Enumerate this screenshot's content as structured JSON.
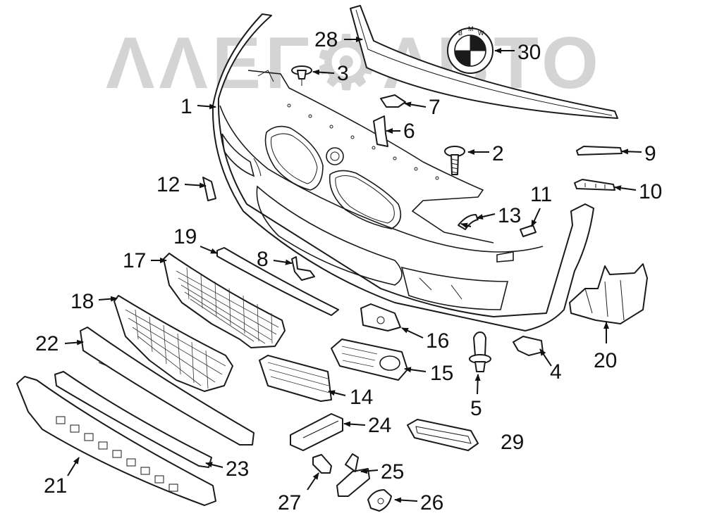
{
  "watermark": {
    "text": "ΛΛΕΓ⚙ΛΒΤΟ"
  },
  "logo": {
    "letters": [
      "B",
      "M",
      "W"
    ]
  },
  "callouts": [
    {
      "id": "c1",
      "label": "1"
    },
    {
      "id": "c2",
      "label": "2"
    },
    {
      "id": "c3",
      "label": "3"
    },
    {
      "id": "c4",
      "label": "4"
    },
    {
      "id": "c5",
      "label": "5"
    },
    {
      "id": "c6",
      "label": "6"
    },
    {
      "id": "c7",
      "label": "7"
    },
    {
      "id": "c8",
      "label": "8"
    },
    {
      "id": "c9",
      "label": "9"
    },
    {
      "id": "c10",
      "label": "10"
    },
    {
      "id": "c11",
      "label": "11"
    },
    {
      "id": "c12",
      "label": "12"
    },
    {
      "id": "c13",
      "label": "13"
    },
    {
      "id": "c14",
      "label": "14"
    },
    {
      "id": "c15",
      "label": "15"
    },
    {
      "id": "c16",
      "label": "16"
    },
    {
      "id": "c17",
      "label": "17"
    },
    {
      "id": "c18",
      "label": "18"
    },
    {
      "id": "c19",
      "label": "19"
    },
    {
      "id": "c20",
      "label": "20"
    },
    {
      "id": "c21",
      "label": "21"
    },
    {
      "id": "c22",
      "label": "22"
    },
    {
      "id": "c23",
      "label": "23"
    },
    {
      "id": "c24",
      "label": "24"
    },
    {
      "id": "c25",
      "label": "25"
    },
    {
      "id": "c26",
      "label": "26"
    },
    {
      "id": "c27",
      "label": "27"
    },
    {
      "id": "c28",
      "label": "28"
    },
    {
      "id": "c29",
      "label": "29"
    },
    {
      "id": "c30",
      "label": "30"
    }
  ]
}
